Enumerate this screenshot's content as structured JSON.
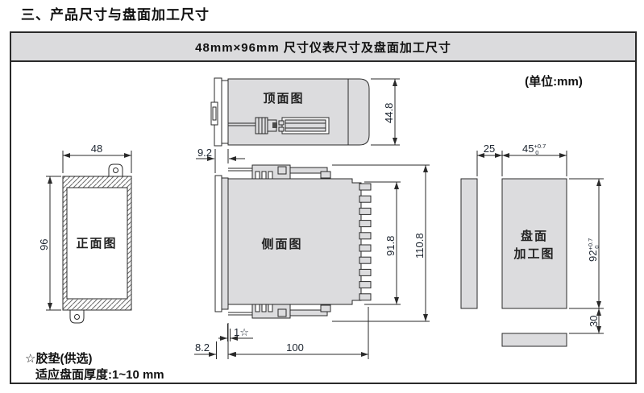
{
  "title": "三、产品尺寸与盘面加工尺寸",
  "panel": {
    "header": "48mm×96mm 尺寸仪表尺寸及盘面加工尺寸",
    "unit_note": "(单位:mm)"
  },
  "views": {
    "top": {
      "label": "顶面图"
    },
    "front": {
      "label": "正面图"
    },
    "side": {
      "label": "侧面图"
    },
    "panel_cutout": {
      "label_line1": "盘面",
      "label_line2": "加工图"
    }
  },
  "dimensions": {
    "top_height": "44.8",
    "front_width": "48",
    "front_height": "96",
    "bezel_depth": "9.2",
    "case_height": "91.8",
    "overall_height": "110.8",
    "gasket": "1☆",
    "bezel_no_gasket": "8.2",
    "case_depth": "100",
    "cutout_spacing_h": "25",
    "cutout_width": "45",
    "cutout_width_tol_plus": "+0.7",
    "cutout_width_tol_minus": "0",
    "cutout_height": "92",
    "cutout_height_tol_plus": "+0.7",
    "cutout_height_tol_minus": "0",
    "cutout_spacing_v": "30"
  },
  "notes": {
    "line1": "☆胶垫(供选)",
    "line2": "适应盘面厚度:1~10 mm"
  }
}
